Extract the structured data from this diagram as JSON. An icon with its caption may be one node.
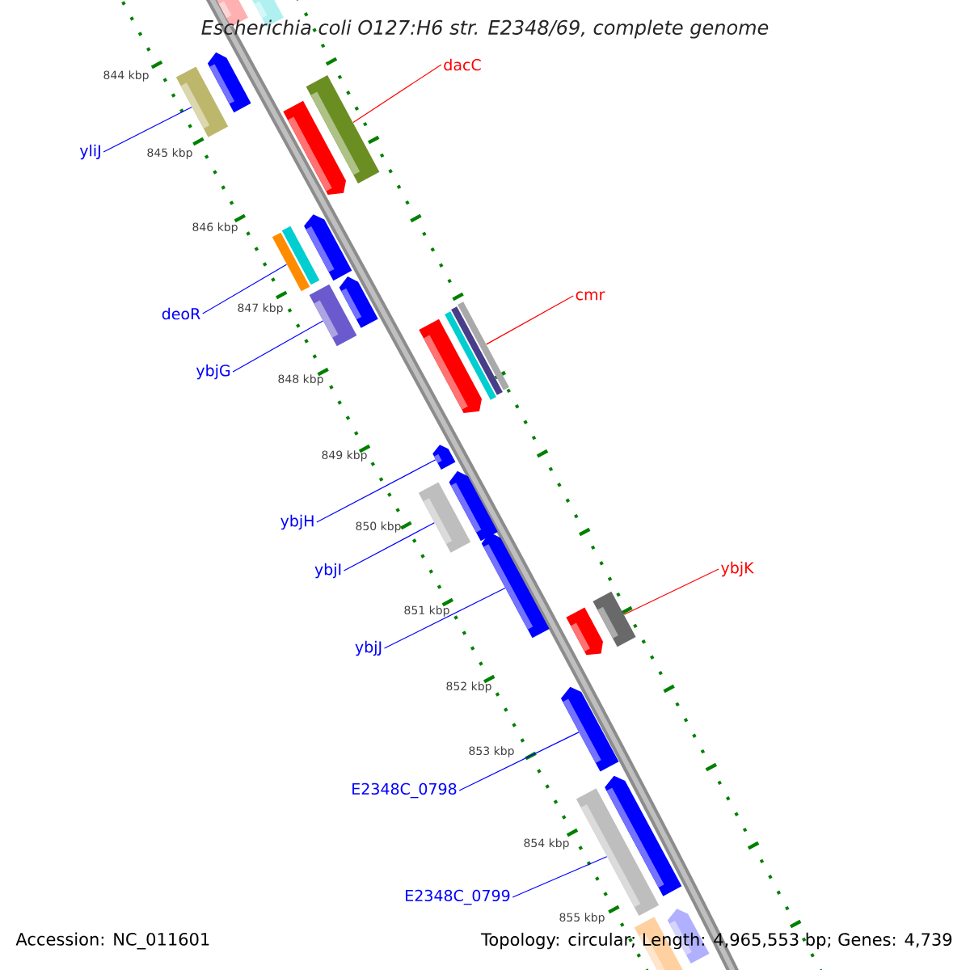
{
  "diagram": {
    "title": "Escherichia coli O127:H6 str. E2348/69, complete genome",
    "nodes": [
      {
        "text": [
          "dacC"
        ]
      },
      {
        "text": [
          "yliJ"
        ]
      },
      {
        "text": [
          "cmr"
        ]
      },
      {
        "text": [
          "deoR"
        ]
      },
      {
        "text": [
          "ybjG"
        ]
      },
      {
        "text": [
          "ybjH"
        ]
      },
      {
        "text": [
          "ybjK"
        ]
      },
      {
        "text": [
          "ybjI"
        ]
      },
      {
        "text": [
          "ybjJ"
        ]
      },
      {
        "text": [
          "E2348C_0798"
        ]
      },
      {
        "text": [
          "E2348C_0799"
        ]
      },
      {
        "text": [],
        "shape": "bar"
      },
      {
        "text": [],
        "shape": "bar"
      },
      {
        "text": [],
        "shape": "bar"
      },
      {
        "text": [],
        "shape": "bar"
      },
      {
        "text": [],
        "shape": "bar"
      },
      {
        "text": [],
        "shape": "bar"
      },
      {
        "text": [],
        "shape": "bar"
      },
      {
        "text": [],
        "shape": "bar"
      },
      {
        "text": [],
        "shape": "bar"
      },
      {
        "text": [],
        "shape": "bar"
      },
      {
        "text": [],
        "shape": "bar"
      }
    ],
    "edges": [
      {
        "from": 0,
        "to": 12,
        "arrow": "none",
        "color": "#ff0000"
      },
      {
        "from": 1,
        "to": 11,
        "arrow": "none"
      },
      {
        "from": 2,
        "to": 15,
        "arrow": "none",
        "color": "#ff0000"
      },
      {
        "from": 3,
        "to": 13,
        "arrow": "none"
      },
      {
        "from": 4,
        "to": 14,
        "arrow": "none"
      },
      {
        "from": 5,
        "to": 16,
        "arrow": "none"
      },
      {
        "from": 6,
        "to": 19,
        "arrow": "none",
        "color": "#ff0000"
      },
      {
        "from": 7,
        "to": 17,
        "arrow": "none"
      },
      {
        "from": 8,
        "to": 18,
        "arrow": "none"
      },
      {
        "from": 9,
        "to": 20,
        "arrow": "none"
      },
      {
        "from": 10,
        "to": 21,
        "arrow": "none"
      }
    ],
    "labels": [
      "844 kbp",
      "845 kbp",
      "846 kbp",
      "847 kbp",
      "848 kbp",
      "849 kbp",
      "850 kbp",
      "851 kbp",
      "852 kbp",
      "853 kbp",
      "854 kbp",
      "855 kbp",
      "Accession: NC_011601",
      "Topology: circular; Length: 4,965,553 bp; Genes: 4,739"
    ]
  }
}
